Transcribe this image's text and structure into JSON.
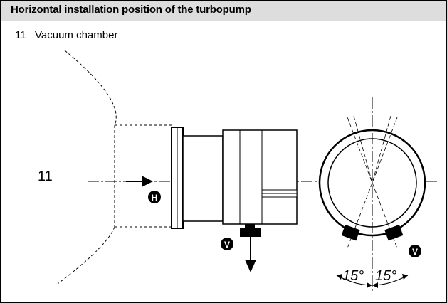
{
  "title": "Horizontal installation position of the turbopump",
  "legend": {
    "number": "11",
    "text": "Vacuum chamber"
  },
  "diagram": {
    "chamber_label": "11",
    "marker_h": "H",
    "marker_v": "V",
    "angle_left": "15°",
    "angle_right": "15°",
    "colors": {
      "line": "#000000",
      "header_bg": "#dddddd"
    }
  }
}
